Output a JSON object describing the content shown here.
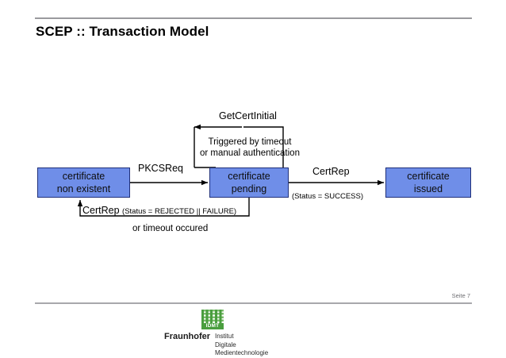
{
  "slide": {
    "title": "SCEP :: Transaction Model",
    "page_number": "Seite 7"
  },
  "logo": {
    "mark_text": "IDMT",
    "wordmark": "Fraunhofer",
    "line1": "Institut",
    "line2": "Digitale",
    "line3": "Medientechnologie",
    "brand_green": "#4a9e3f"
  },
  "diagram": {
    "node_fill": "#6f8ee8",
    "node_border": "#20307a",
    "nodes": [
      {
        "id": "non-existent",
        "line1": "certificate",
        "line2": "non existent"
      },
      {
        "id": "pending",
        "line1": "certificate",
        "line2": "pending"
      },
      {
        "id": "issued",
        "line1": "certificate",
        "line2": "issued"
      }
    ],
    "edges": {
      "pkcsreq": "PKCSReq",
      "getcertinitial": "GetCertInitial",
      "loop_note_line1": "Triggered by timeout",
      "loop_note_line2": "or manual authentication",
      "certrep_success": "CertRep",
      "status_success": "(Status = SUCCESS)",
      "certrep_fail_main": "CertRep",
      "certrep_fail_status": "(Status = REJECTED || FAILURE)",
      "timeout_note": "or timeout occured"
    }
  }
}
